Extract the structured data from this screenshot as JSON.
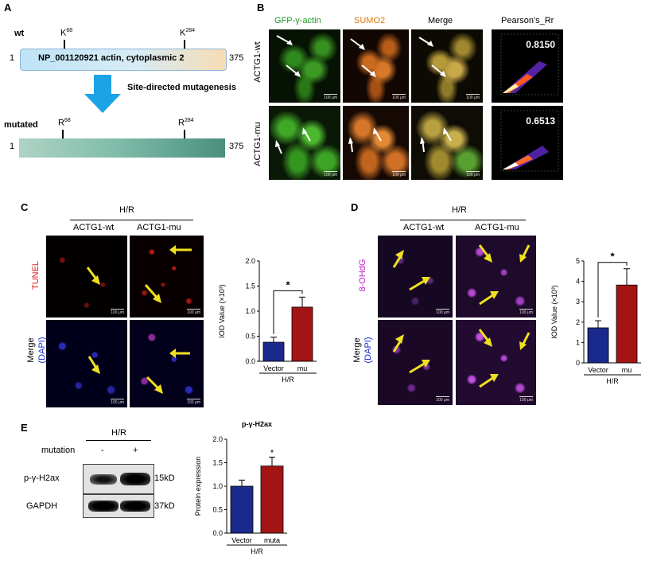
{
  "panelA": {
    "label": "A",
    "wt": "wt",
    "mutated": "mutated",
    "k68": "K68",
    "k284": "K284",
    "r68": "R68",
    "r284": "R284",
    "pos_start": "1",
    "pos_end": "375",
    "protein_name": "NP_001120921 actin, cytoplasmic 2",
    "arrow_label": "Site-directed mutagenesis"
  },
  "panelB": {
    "label": "B",
    "col_headers": [
      "GFP-γ-actin",
      "SUMO2",
      "Merge",
      "Pearson's_Rr"
    ],
    "rows": [
      "ACTG1-wt",
      "ACTG1-mu"
    ],
    "pearson_values": [
      "0.8150",
      "0.6513"
    ],
    "scale_bar": "100 μm"
  },
  "panelC": {
    "label": "C",
    "condition": "H/R",
    "groups": [
      "ACTG1-wt",
      "ACTG1-mu"
    ],
    "row_labels": [
      "TUNEL",
      "Merge",
      "(DAPI)"
    ],
    "scale_bar": "100 μm"
  },
  "panelD": {
    "label": "D",
    "condition": "H/R",
    "groups": [
      "ACTG1-wt",
      "ACTG1-mu"
    ],
    "row_labels": [
      "8-OHdG",
      "Merge",
      "(DAPI)"
    ],
    "scale_bar": "100 μm"
  },
  "panelE": {
    "label": "E",
    "condition": "H/R",
    "mutation_label": "mutation",
    "mutation_states": [
      "-",
      "+"
    ],
    "bands": [
      "p-γ-H2ax",
      "GAPDH"
    ],
    "band_sizes": [
      "15kD",
      "37kD"
    ]
  },
  "chart_data": [
    {
      "type": "bar",
      "panel": "C",
      "categories": [
        "Vector",
        "mu"
      ],
      "values": [
        0.38,
        1.08
      ],
      "errors": [
        0.1,
        0.2
      ],
      "ylabel": "IOD Value (×10³)",
      "xlabel": "H/R",
      "ylim": [
        0,
        2.0
      ],
      "yticks": [
        "0.0",
        "0.5",
        "1.0",
        "1.5",
        "2.0"
      ],
      "colors": [
        "#1a2a8c",
        "#a31515"
      ],
      "significance": "*"
    },
    {
      "type": "bar",
      "panel": "D",
      "categories": [
        "Vector",
        "mu"
      ],
      "values": [
        1.72,
        3.82
      ],
      "errors": [
        0.35,
        0.8
      ],
      "ylabel": "IOD Value (×10³)",
      "xlabel": "H/R",
      "ylim": [
        0,
        5
      ],
      "yticks": [
        "0",
        "1",
        "2",
        "3",
        "4",
        "5"
      ],
      "colors": [
        "#1a2a8c",
        "#a31515"
      ],
      "significance": "*"
    },
    {
      "type": "bar",
      "panel": "E",
      "title": "p-γ-H2ax",
      "categories": [
        "Vector",
        "muta"
      ],
      "values": [
        1.0,
        1.43
      ],
      "errors": [
        0.13,
        0.19
      ],
      "ylabel": "Protein expression",
      "xlabel": "H/R",
      "ylim": [
        0,
        2.0
      ],
      "yticks": [
        "0.0",
        "0.5",
        "1.0",
        "1.5",
        "2.0"
      ],
      "colors": [
        "#1a2a8c",
        "#a31515"
      ],
      "significance": "*"
    }
  ]
}
